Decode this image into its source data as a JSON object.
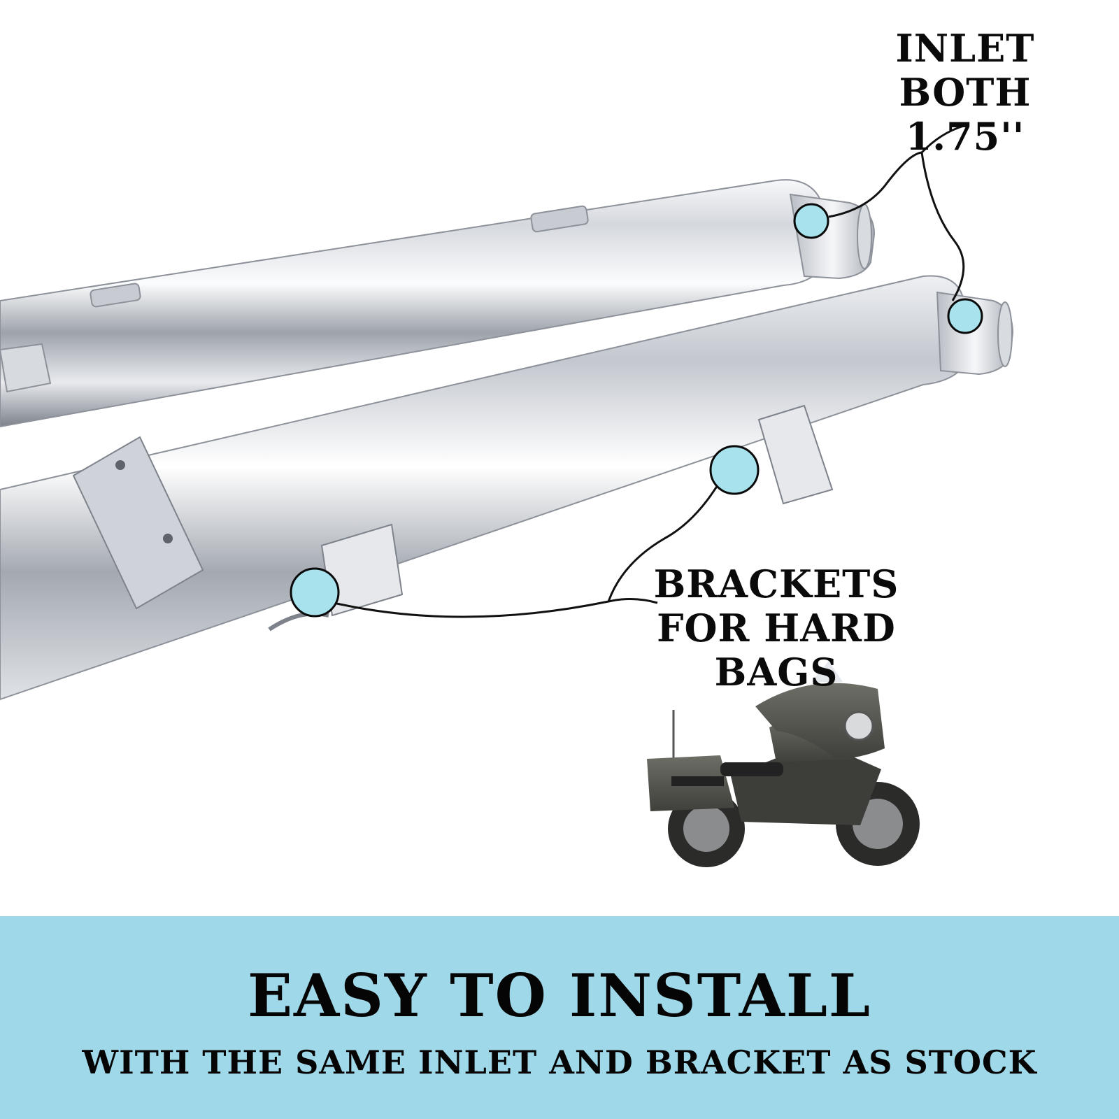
{
  "callouts": {
    "inlet_line1": "INLET BOTH",
    "inlet_line2": "1.75''",
    "brackets_line1": "BRACKETS",
    "brackets_line2": "FOR HARD BAGS"
  },
  "banner": {
    "headline": "EASY TO INSTALL",
    "subline": "WITH THE SAME INLET AND BRACKET AS STOCK"
  },
  "colors": {
    "banner_background": "#9fd8e8",
    "callout_marker": "#a8e2ec",
    "text": "#050505",
    "chrome": "#c9ccd2"
  },
  "icons": {
    "product": "chrome-exhaust-mufflers",
    "motorcycle": "touring-motorcycle-with-hard-bags"
  }
}
